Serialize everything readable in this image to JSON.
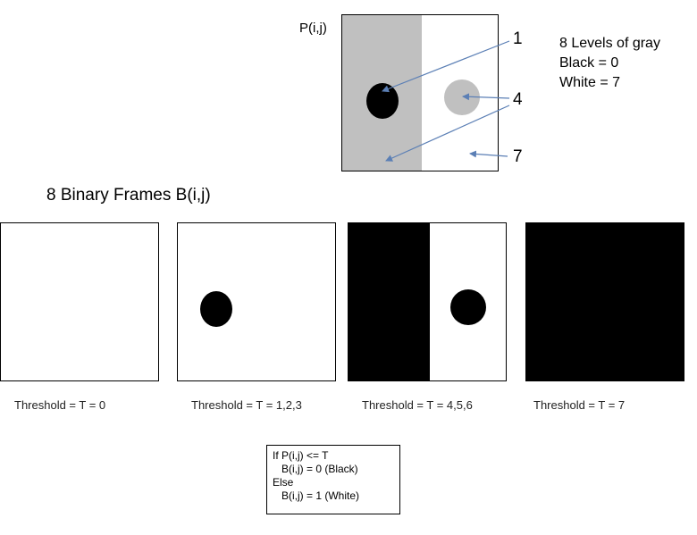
{
  "source": {
    "label": "P(i,j)",
    "callouts": [
      "1",
      "4",
      "7"
    ],
    "legend": [
      "8 Levels of gray",
      "Black = 0",
      "White = 7"
    ]
  },
  "frames_title": "8 Binary Frames B(i,j)",
  "thresholds": [
    "Threshold = T = 0",
    "Threshold = T = 1,2,3",
    "Threshold = T = 4,5,6",
    "Threshold = T = 7"
  ],
  "rule": [
    "If P(i,j) <= T",
    "B(i,j) = 0 (Black)",
    "Else",
    "B(i,j) = 1 (White)"
  ],
  "colors": {
    "black": "#000000",
    "gray": "#c0c0c0",
    "white": "#ffffff",
    "arrow": "#5b7fb5"
  }
}
